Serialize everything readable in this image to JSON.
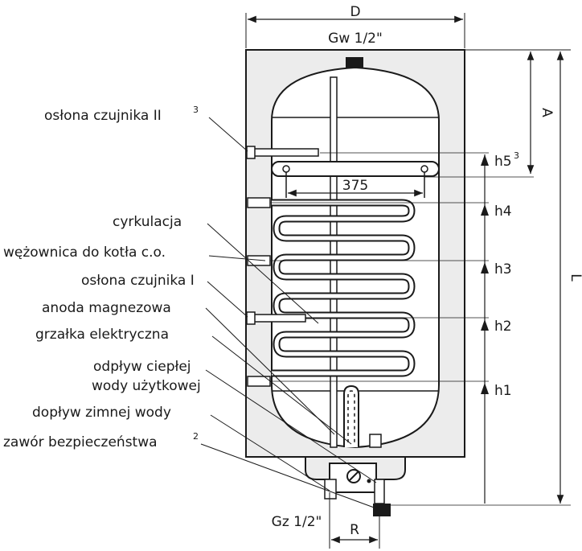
{
  "dimensions": {
    "d": "D",
    "gw": "Gw 1/2\"",
    "a": "A",
    "l": "L",
    "r": "R",
    "gz": "Gz 1/2\"",
    "coil_width": "375",
    "h1": "h1",
    "h2": "h2",
    "h3": "h3",
    "h4": "h4",
    "h5": "h5",
    "h5_sup": "3"
  },
  "labels": {
    "sensor_sleeve_2": "osłona czujnika II",
    "sensor_sleeve_2_sup": "3",
    "circulation": "cyrkulacja",
    "boiler_coil": "wężownica do kotła c.o.",
    "sensor_sleeve_1": "osłona czujnika I",
    "magnesium_anode": "anoda magnezowa",
    "electric_heater": "grzałka elektryczna",
    "hot_water_outlet_1": "odpływ ciepłej",
    "hot_water_outlet_2": "wody użytkowej",
    "cold_water_inlet": "dopływ zimnej wody",
    "safety_valve": "zawór bezpieczeństwa",
    "safety_valve_sup": "2"
  }
}
